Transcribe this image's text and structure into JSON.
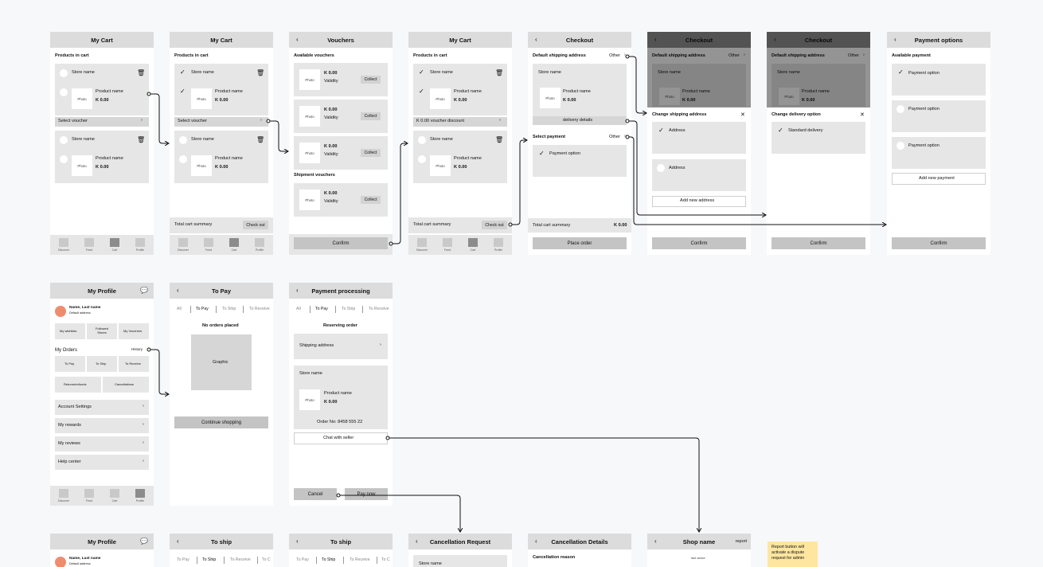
{
  "colors": {
    "canvas": "#f7f8fa",
    "header": "#dcdcdc",
    "card": "#e6e6e6",
    "button": "#c4c4c4",
    "avatar": "#f08c6e",
    "note": "#ffe6a0",
    "connector": "#111111"
  },
  "common": {
    "products_in_cart": "Products in cart",
    "store_name": "Store name",
    "product_name": "Product name",
    "price": "K 0.00",
    "photo": "Photo",
    "select_voucher": "Select voucher",
    "chevron": "›",
    "back": "‹",
    "total_cart_summary": "Total cart summary",
    "check_out": "Check out",
    "confirm": "Confirm",
    "validity": "Validity",
    "collect": "Collect",
    "payment_option": "Payment option",
    "other": "Other",
    "address": "Address",
    "close": "✕"
  },
  "nav": {
    "discover": "Discover",
    "feed": "Feed",
    "cart": "Cart",
    "profile": "Profile"
  },
  "s1": {
    "title": "My Cart"
  },
  "s2": {
    "title": "My Cart"
  },
  "s3": {
    "title": "Vouchers",
    "available": "Available vouchers",
    "shipment": "Shipment vouchers"
  },
  "s4": {
    "title": "My Cart",
    "voucher_discount": "K 0.00 voucher discount"
  },
  "s5": {
    "title": "Checkout",
    "default_shipping": "Default shipping address",
    "delivery_details": "delivery details",
    "select_payment": "Select payment",
    "place_order": "Place order"
  },
  "s6": {
    "title": "Checkout",
    "change_shipping": "Change shipping address",
    "add_new_address": "Add new address"
  },
  "s7": {
    "title": "Checkout",
    "change_delivery": "Change delivery option",
    "standard_delivery": "Standard delivery"
  },
  "s8": {
    "title": "Payment options",
    "available_payment": "Available payment",
    "add_new_payment": "Add new payment"
  },
  "p1": {
    "title": "My Profile",
    "user_name": "Name, Last name",
    "default_address": "Default address",
    "wishlists": "My wishlists",
    "followed_stores": "Followed Stores",
    "my_vouchers": "My Vouchers",
    "my_orders": "My Orders",
    "history": "History",
    "to_pay": "To Pay",
    "to_ship": "To Ship",
    "to_receive": "To Receive",
    "returns": "Returns/refunds",
    "cancellations": "Cancellations",
    "account_settings": "Account Settings",
    "my_rewards": "My rewards",
    "my_reviews": "My reviews",
    "help_center": "Help center"
  },
  "p2": {
    "title": "To Pay",
    "tab_all": "All",
    "tab_to_pay": "To Pay",
    "tab_to_ship": "To Ship",
    "tab_to_receive": "To Receive",
    "no_orders": "No orders placed",
    "graphic": "Graphic",
    "continue_shopping": "Continue shopping"
  },
  "p3": {
    "title": "Payment processing",
    "tab_all": "All",
    "tab_to_pay": "To Pay",
    "tab_to_ship": "To Ship",
    "tab_to_receive": "To Receive",
    "reserving": "Reserving order",
    "shipping_address": "Shipping address",
    "order_no": "Order No: 8458 555 22",
    "chat_with_seller": "Chat with seller",
    "cancel": "Cancel",
    "pay_now": "Pay now"
  },
  "b1": {
    "title": "My Profile",
    "user_name": "Name, Last name",
    "default_address": "Default address"
  },
  "b2": {
    "title": "To ship",
    "tab_to_pay": "To Pay",
    "tab_to_ship": "To Ship",
    "tab_to_receive": "To Receive",
    "tab_to_c": "To C"
  },
  "b3": {
    "title": "To ship",
    "tab_to_pay": "To Pay",
    "tab_to_ship": "To Ship",
    "tab_to_receive": "To Receive",
    "tab_to_c": "To C"
  },
  "b4": {
    "title": "Cancellation Request",
    "store_name": "Store name"
  },
  "b5": {
    "title": "Cancellation Details",
    "reason": "Cancellation reason"
  },
  "b6": {
    "title": "Shop name",
    "report": "report",
    "last_active": "last active"
  },
  "note": "Report button will activate a dispute request for admin"
}
